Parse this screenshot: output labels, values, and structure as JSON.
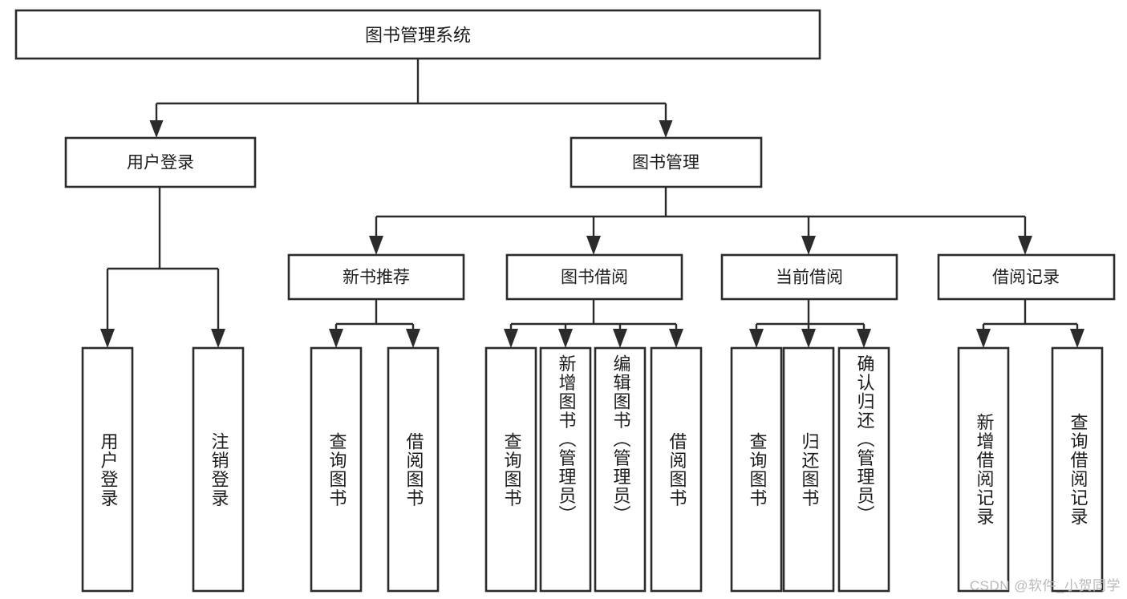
{
  "diagram": {
    "type": "tree",
    "title": "图书管理系统",
    "root": {
      "id": "root",
      "label": "图书管理系统"
    },
    "level2": [
      {
        "id": "user-login",
        "label": "用户登录"
      },
      {
        "id": "book-manage",
        "label": "图书管理"
      }
    ],
    "level3": [
      {
        "id": "new-book-recommend",
        "label": "新书推荐",
        "parent": "book-manage"
      },
      {
        "id": "book-borrow",
        "label": "图书借阅",
        "parent": "book-manage"
      },
      {
        "id": "current-borrow",
        "label": "当前借阅",
        "parent": "book-manage"
      },
      {
        "id": "borrow-record",
        "label": "借阅记录",
        "parent": "book-manage"
      }
    ],
    "leaves": [
      {
        "id": "leaf-user-login",
        "label": "用户登录",
        "parent": "user-login"
      },
      {
        "id": "leaf-logout-login",
        "label": "注销登录",
        "parent": "user-login"
      },
      {
        "id": "leaf-query-book-1",
        "label": "查询图书",
        "parent": "new-book-recommend"
      },
      {
        "id": "leaf-borrow-book-1",
        "label": "借阅图书",
        "parent": "new-book-recommend"
      },
      {
        "id": "leaf-query-book-2",
        "label": "查询图书",
        "parent": "book-borrow"
      },
      {
        "id": "leaf-add-book",
        "label": "新增图书（管理员）",
        "parent": "book-borrow"
      },
      {
        "id": "leaf-edit-book",
        "label": "编辑图书（管理员）",
        "parent": "book-borrow"
      },
      {
        "id": "leaf-borrow-book-2",
        "label": "借阅图书",
        "parent": "book-borrow"
      },
      {
        "id": "leaf-query-book-3",
        "label": "查询图书",
        "parent": "current-borrow"
      },
      {
        "id": "leaf-return-book",
        "label": "归还图书",
        "parent": "current-borrow"
      },
      {
        "id": "leaf-confirm-return",
        "label": "确认归还（管理员）",
        "parent": "current-borrow"
      },
      {
        "id": "leaf-add-record",
        "label": "新增借阅记录",
        "parent": "borrow-record"
      },
      {
        "id": "leaf-query-record",
        "label": "查询借阅记录",
        "parent": "borrow-record"
      }
    ]
  },
  "watermark": {
    "text": "CSDN @软件_小贺同学"
  },
  "colors": {
    "stroke": "#2b2b2b",
    "text": "#1d1d1d",
    "background": "#ffffff",
    "watermark": "#b9b9b9"
  }
}
